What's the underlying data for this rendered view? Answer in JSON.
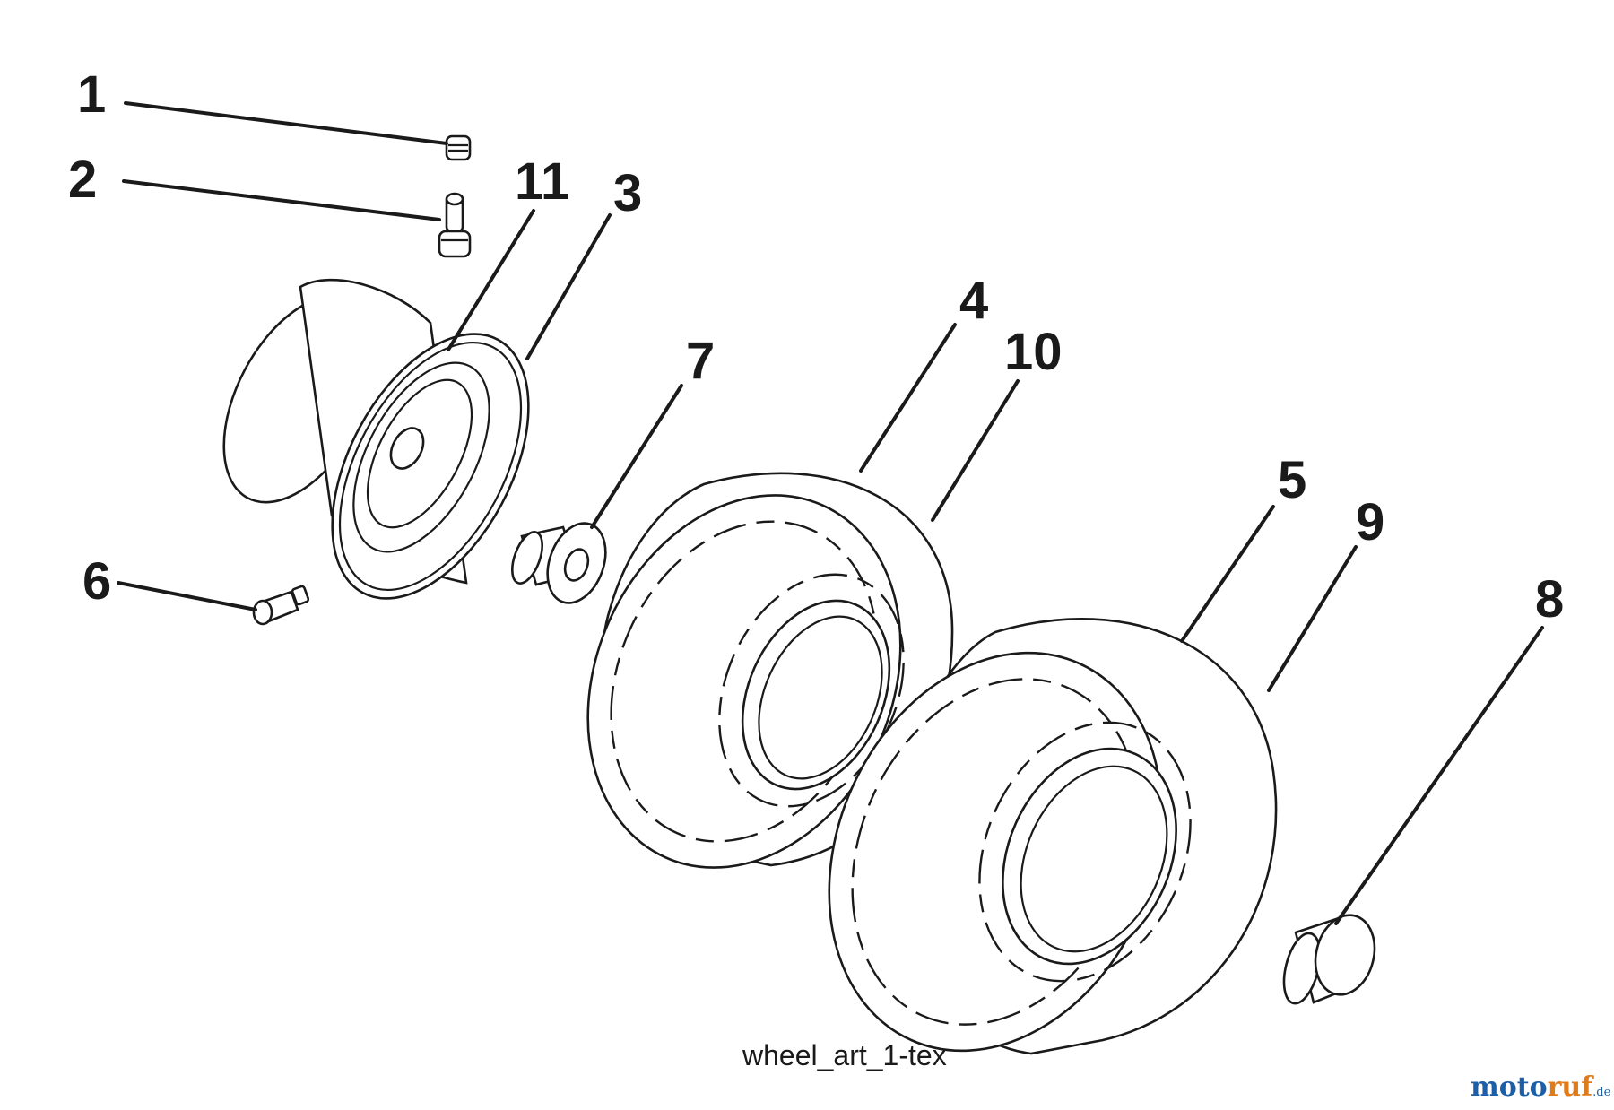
{
  "diagram": {
    "callouts": [
      {
        "id": "1",
        "label": "1",
        "part": "valve-cap"
      },
      {
        "id": "2",
        "label": "2",
        "part": "valve-stem"
      },
      {
        "id": "3",
        "label": "3",
        "part": "rim-half-outer"
      },
      {
        "id": "4",
        "label": "4",
        "part": "front-tire"
      },
      {
        "id": "5",
        "label": "5",
        "part": "rear-tire"
      },
      {
        "id": "6",
        "label": "6",
        "part": "grease-fitting"
      },
      {
        "id": "7",
        "label": "7",
        "part": "bushing"
      },
      {
        "id": "8",
        "label": "8",
        "part": "hub-cap"
      },
      {
        "id": "9",
        "label": "9",
        "part": "rear-tire-tube"
      },
      {
        "id": "10",
        "label": "10",
        "part": "front-tire-tube"
      },
      {
        "id": "11",
        "label": "11",
        "part": "rim-half-inner"
      }
    ],
    "caption": "wheel_art_1-tex"
  },
  "watermark": {
    "brand_part1": "moto",
    "brand_part2": "ruf",
    "tld": ".de",
    "colors": {
      "primary": "#1c5fa8",
      "accent": "#e07b1a"
    }
  }
}
